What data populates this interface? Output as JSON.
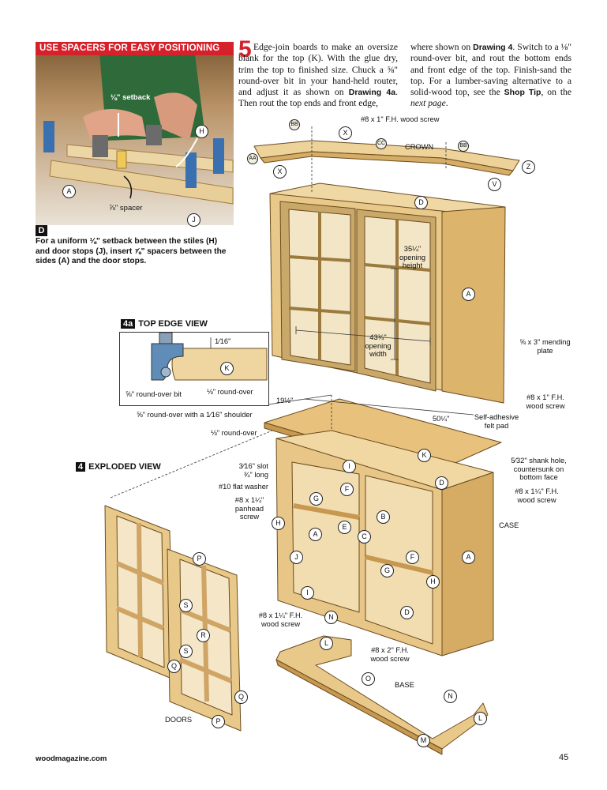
{
  "photo": {
    "banner": "USE SPACERS FOR EASY POSITIONING",
    "setback_label": "⅛\" setback",
    "spacer_label": "⅞\" spacer",
    "badge": "D",
    "caption": "For a uniform ⅛\" setback between the stiles (H) and door stops (J), insert ⅞\" spacers between the sides (A) and the door stops.",
    "callouts": [
      "H",
      "A",
      "J"
    ]
  },
  "step": {
    "number": "5",
    "text_col1_a": "Edge-join boards to make an oversize blank for the top (K). With the glue dry, trim the top to finished size. Chuck a ⅝\" round-over bit in your hand-held router, and adjust it as shown on ",
    "drawing4a": "Drawing 4a",
    "text_col1_b": ". Then rout the top ends and front edge,",
    "text_col2_a": "where shown on ",
    "drawing4": "Drawing 4",
    "text_col2_b": ". Switch to a ⅛\" round-over bit, and rout the bottom ends and front edge of the top. Finish-sand the top. For a lumber-saving alternative to a solid-wood top, see the ",
    "shoptip": "Shop Tip",
    "text_col2_c": ", on the ",
    "nextpage": "next page",
    "text_col2_d": "."
  },
  "drawing": {
    "crown_screw": "#8 x 1\" F.H. wood screw",
    "crown": "CROWN",
    "opening_height": "35¼\" opening height",
    "opening_width": "43¾\" opening width",
    "mending_plate": "⅝ x 3\" mending plate",
    "fh_screw_1": "#8 x 1\" F.H. wood screw",
    "felt_pad": "Self-adhesive felt pad",
    "top_depth": "19½\"",
    "top_width": "50¼\"",
    "shoulder": "⅝\" round-over with a 1⁄16\" shoulder",
    "roundover_18": "⅛\" round-over",
    "slot": "3⁄16\" slot ¾\" long",
    "washer": "#10 flat washer",
    "panhead": "#8 x 1¼\" panhead screw",
    "shank_hole": "5⁄32\" shank hole, countersunk on bottom face",
    "fh_screw_114": "#8 x 1¼\" F.H. wood screw",
    "case": "CASE",
    "base_screw_114": "#8 x 1¼\" F.H. wood screw",
    "base_screw_2": "#8 x 2\" F.H. wood screw",
    "base": "BASE",
    "doors": "DOORS",
    "exploded_title": "EXPLODED VIEW",
    "exploded_num": "4",
    "topedge_title": "TOP EDGE VIEW",
    "topedge_num": "4a",
    "topedge_1_16": "1⁄16\"",
    "topedge_58bit": "⅝\" round-over bit",
    "topedge_18": "⅛\" round-over",
    "topedge_K": "K"
  },
  "footer": {
    "url": "woodmagazine.com",
    "page": "45"
  },
  "colors": {
    "accent_red": "#d6202a",
    "wood_light": "#f0d9a0",
    "wood_mid": "#e3bf78",
    "wood_dark": "#c99a4e"
  }
}
